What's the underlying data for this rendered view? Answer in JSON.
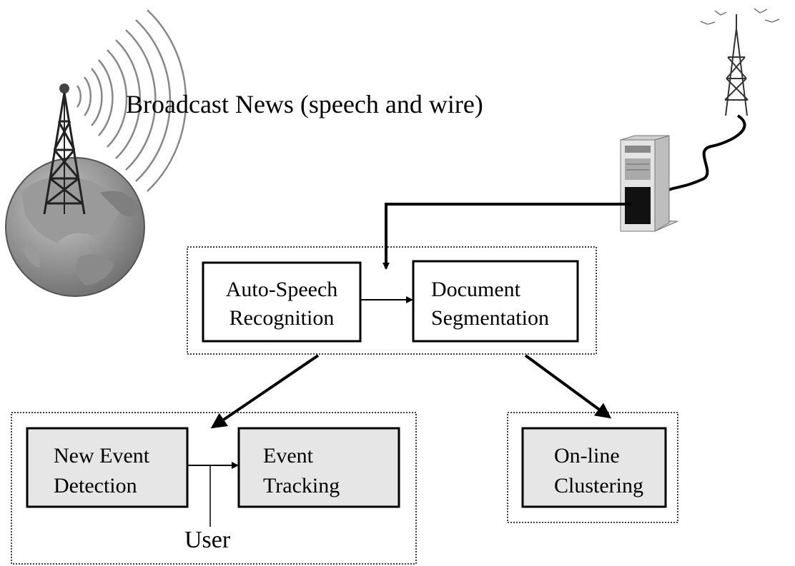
{
  "title": "Broadcast News (speech and wire)",
  "boxes": {
    "asr": {
      "line1": "Auto-Speech",
      "line2": "Recognition"
    },
    "seg": {
      "line1": "Document",
      "line2": "Segmentation"
    },
    "ned": {
      "line1": "New Event",
      "line2": "Detection"
    },
    "track": {
      "line1": "Event",
      "line2": "Tracking"
    },
    "cluster": {
      "line1": "On-line",
      "line2": "Clustering"
    }
  },
  "user_label": "User",
  "colors": {
    "box_fill_gray": "#e6e6e6",
    "line": "#000000"
  },
  "icons": {
    "globe": "globe-icon",
    "broadcast_tower": "broadcast-tower-icon",
    "antenna": "antenna-icon",
    "server": "server-icon"
  }
}
